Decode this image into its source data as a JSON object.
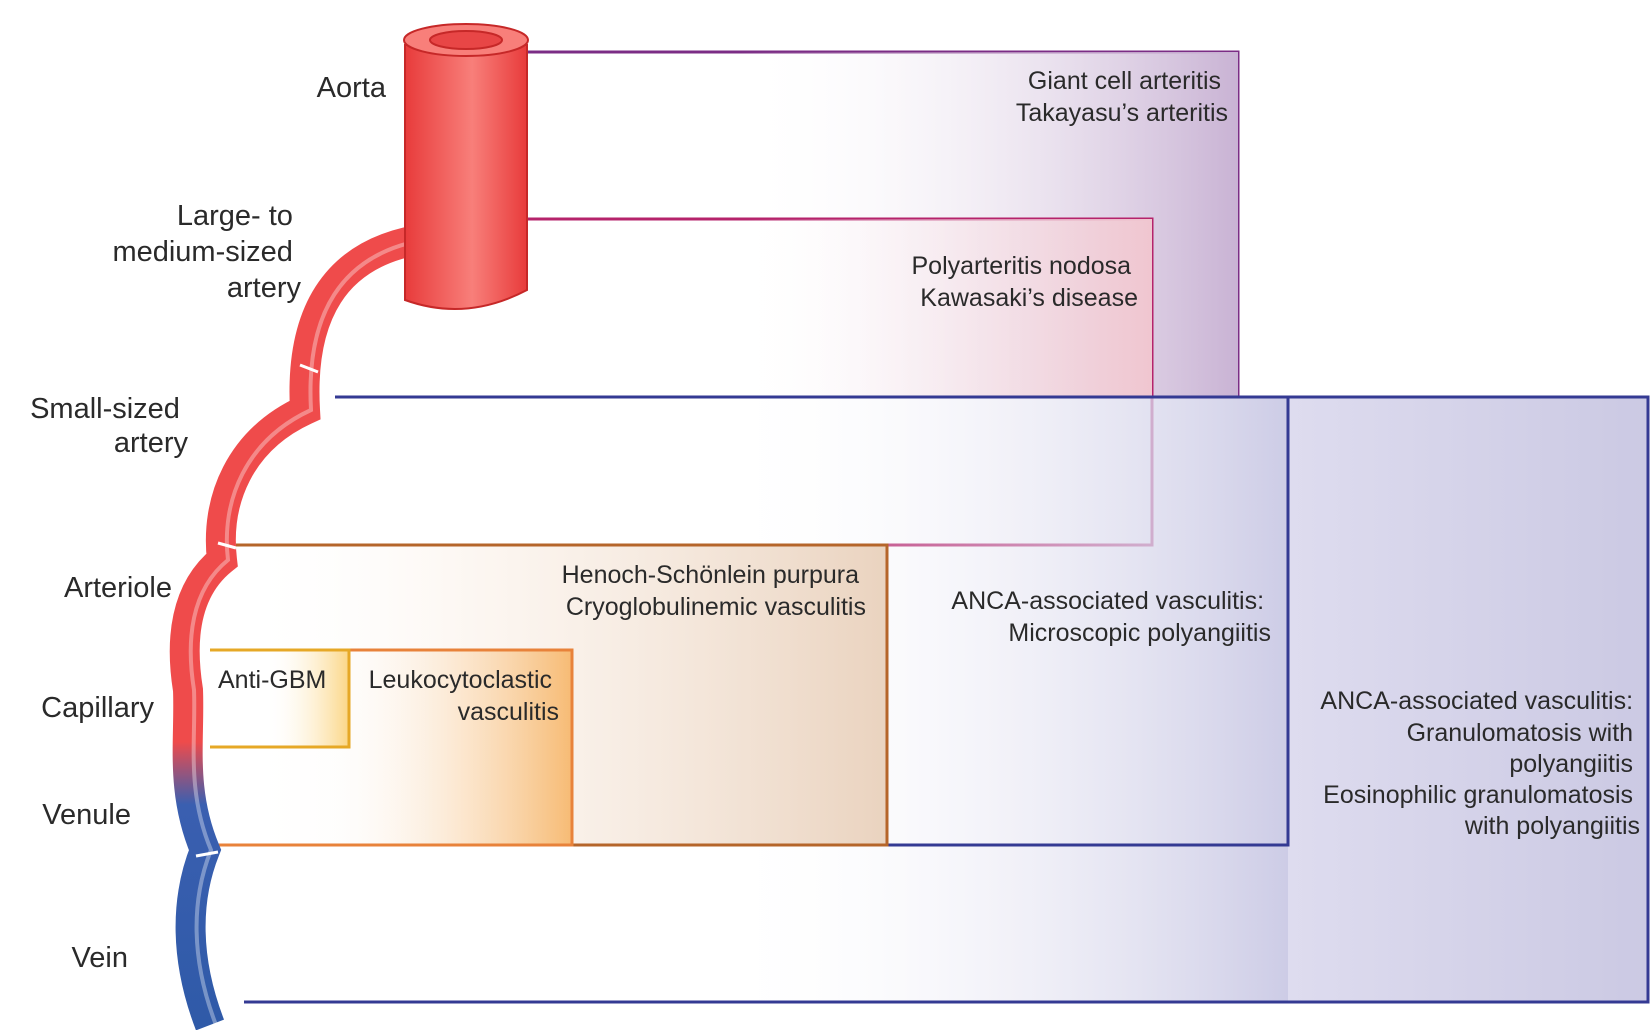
{
  "vessels": {
    "aorta": "Aorta",
    "large_medium": [
      "Large- to",
      "medium-sized",
      "artery"
    ],
    "small": [
      "Small-sized",
      "artery"
    ],
    "arteriole": "Arteriole",
    "capillary": "Capillary",
    "venule": "Venule",
    "vein": "Vein"
  },
  "regions": {
    "large_vessel": [
      "Giant cell arteritis",
      "Takayasu’s arteritis"
    ],
    "medium_vessel": [
      "Polyarteritis nodosa",
      "Kawasaki’s disease"
    ],
    "anca_mpa": [
      "ANCA-associated vasculitis:",
      "Microscopic polyangiitis"
    ],
    "anca_gpa_egpa": [
      "ANCA-associated vasculitis:",
      "Granulomatosis with",
      "polyangiitis",
      "Eosinophilic granulomatosis",
      "with polyangiitis"
    ],
    "immune_complex": [
      "Henoch-Schönlein purpura",
      "Cryoglobulinemic vasculitis"
    ],
    "leukocytoclastic": [
      "Leukocytoclastic",
      "vasculitis"
    ],
    "anti_gbm": "Anti-GBM"
  },
  "colors": {
    "large_vessel": "#7b2d85",
    "medium_vessel": "#b5236b",
    "anca": "#343a93",
    "immune_complex": "#b5652a",
    "leukocytoclastic": "#e8823a",
    "anti_gbm": "#e6a826",
    "artery_red": "#ef4b4b",
    "vein_blue": "#2f5aa8"
  }
}
